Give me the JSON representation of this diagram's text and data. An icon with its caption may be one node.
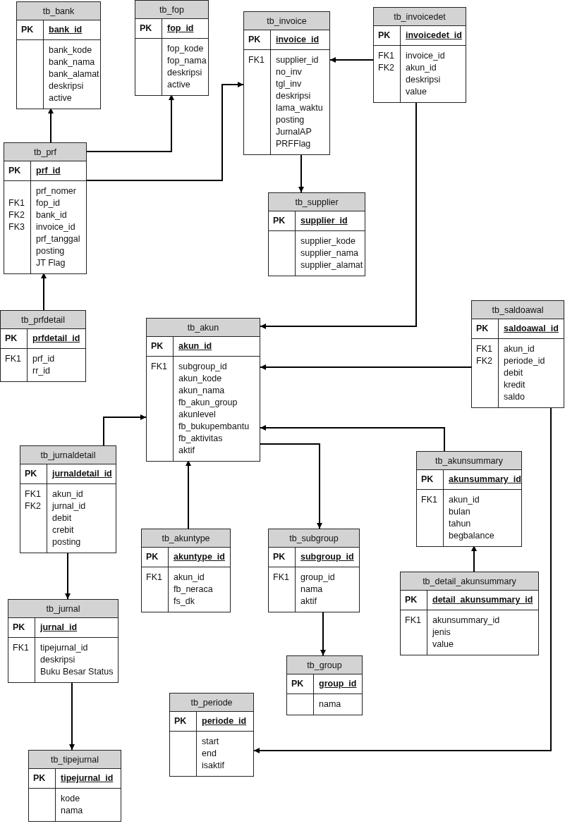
{
  "diagram": {
    "nodes": [
      {
        "text": [
          "tb_bank",
          "PK",
          "bank_id",
          "bank_kode",
          "bank_nama",
          "bank_alamat",
          "deskripsi",
          "active"
        ]
      },
      {
        "text": [
          "tb_fop",
          "PK",
          "fop_id",
          "fop_kode",
          "fop_nama",
          "deskripsi",
          "active"
        ]
      },
      {
        "text": [
          "tb_invoice",
          "PK",
          "invoice_id",
          "FK1",
          "supplier_id",
          "no_inv",
          "tgl_inv",
          "deskripsi",
          "lama_waktu",
          "posting",
          "JurnalAP",
          "PRFFlag"
        ]
      },
      {
        "text": [
          "tb_invoicedet",
          "PK",
          "invoicedet_id",
          "FK1",
          "FK2",
          "invoice_id",
          "akun_id",
          "deskripsi",
          "value"
        ]
      },
      {
        "text": [
          "tb_prf",
          "PK",
          "prf_id",
          "FK1",
          "FK2",
          "FK3",
          "prf_nomer",
          "fop_id",
          "bank_id",
          "invoice_id",
          "prf_tanggal",
          "posting",
          "JT Flag"
        ]
      },
      {
        "text": [
          "tb_supplier",
          "PK",
          "supplier_id",
          "supplier_kode",
          "supplier_nama",
          "supplier_alamat"
        ]
      },
      {
        "text": [
          "tb_prfdetail",
          "PK",
          "prfdetail_id",
          "FK1",
          "prf_id",
          "rr_id"
        ]
      },
      {
        "text": [
          "tb_akun",
          "PK",
          "akun_id",
          "FK1",
          "subgroup_id",
          "akun_kode",
          "akun_nama",
          "fb_akun_group",
          "akunlevel",
          "fb_bukupembantu",
          "fb_aktivitas",
          "aktif"
        ]
      },
      {
        "text": [
          "tb_saldoawal",
          "PK",
          "saldoawal_id",
          "FK1",
          "FK2",
          "akun_id",
          "periode_id",
          "debit",
          "kredit",
          "saldo"
        ]
      },
      {
        "text": [
          "tb_jurnaldetail",
          "PK",
          "jurnaldetail_id",
          "FK1",
          "FK2",
          "akun_id",
          "jurnal_id",
          "debit",
          "crebit",
          "posting"
        ]
      },
      {
        "text": [
          "tb_akunsummary",
          "PK",
          "akunsummary_id",
          "FK1",
          "akun_id",
          "bulan",
          "tahun",
          "begbalance"
        ]
      },
      {
        "text": [
          "tb_akuntype",
          "PK",
          "akuntype_id",
          "FK1",
          "akun_id",
          "fb_neraca",
          "fs_dk"
        ]
      },
      {
        "text": [
          "tb_subgroup",
          "PK",
          "subgroup_id",
          "FK1",
          "group_id",
          "nama",
          "aktif"
        ]
      },
      {
        "text": [
          "tb_detail_akunsummary",
          "PK",
          "detail_akunsummary_id",
          "FK1",
          "akunsummary_id",
          "jenis",
          "value"
        ]
      },
      {
        "text": [
          "tb_jurnal",
          "PK",
          "jurnal_id",
          "FK1",
          "tipejurnal_id",
          "deskripsi",
          "Buku Besar Status"
        ]
      },
      {
        "text": [
          "tb_group",
          "PK",
          "group_id",
          "nama"
        ]
      },
      {
        "text": [
          "tb_periode",
          "PK",
          "periode_id",
          "start",
          "end",
          "isaktif"
        ]
      },
      {
        "text": [
          "tb_tipejurnal",
          "PK",
          "tipejurnal_id",
          "kode",
          "nama"
        ]
      }
    ],
    "edges": [
      {
        "from": 4,
        "to": 0,
        "arrow": "to"
      },
      {
        "from": 4,
        "to": 1,
        "arrow": "to"
      },
      {
        "from": 4,
        "to": 2,
        "arrow": "to"
      },
      {
        "from": 3,
        "to": 2,
        "arrow": "to"
      },
      {
        "from": 2,
        "to": 5,
        "arrow": "to"
      },
      {
        "from": 6,
        "to": 4,
        "arrow": "to"
      },
      {
        "from": 3,
        "to": 7,
        "arrow": "to"
      },
      {
        "from": 8,
        "to": 7,
        "arrow": "to"
      },
      {
        "from": 9,
        "to": 7,
        "arrow": "to"
      },
      {
        "from": 10,
        "to": 7,
        "arrow": "to"
      },
      {
        "from": 7,
        "to": 12,
        "arrow": "to"
      },
      {
        "from": 11,
        "to": 7,
        "arrow": "to"
      },
      {
        "from": 9,
        "to": 14,
        "arrow": "to"
      },
      {
        "from": 14,
        "to": 17,
        "arrow": "to"
      },
      {
        "from": 12,
        "to": 15,
        "arrow": "to"
      },
      {
        "from": 13,
        "to": 10,
        "arrow": "to"
      },
      {
        "from": 8,
        "to": 16,
        "arrow": "to"
      }
    ]
  }
}
